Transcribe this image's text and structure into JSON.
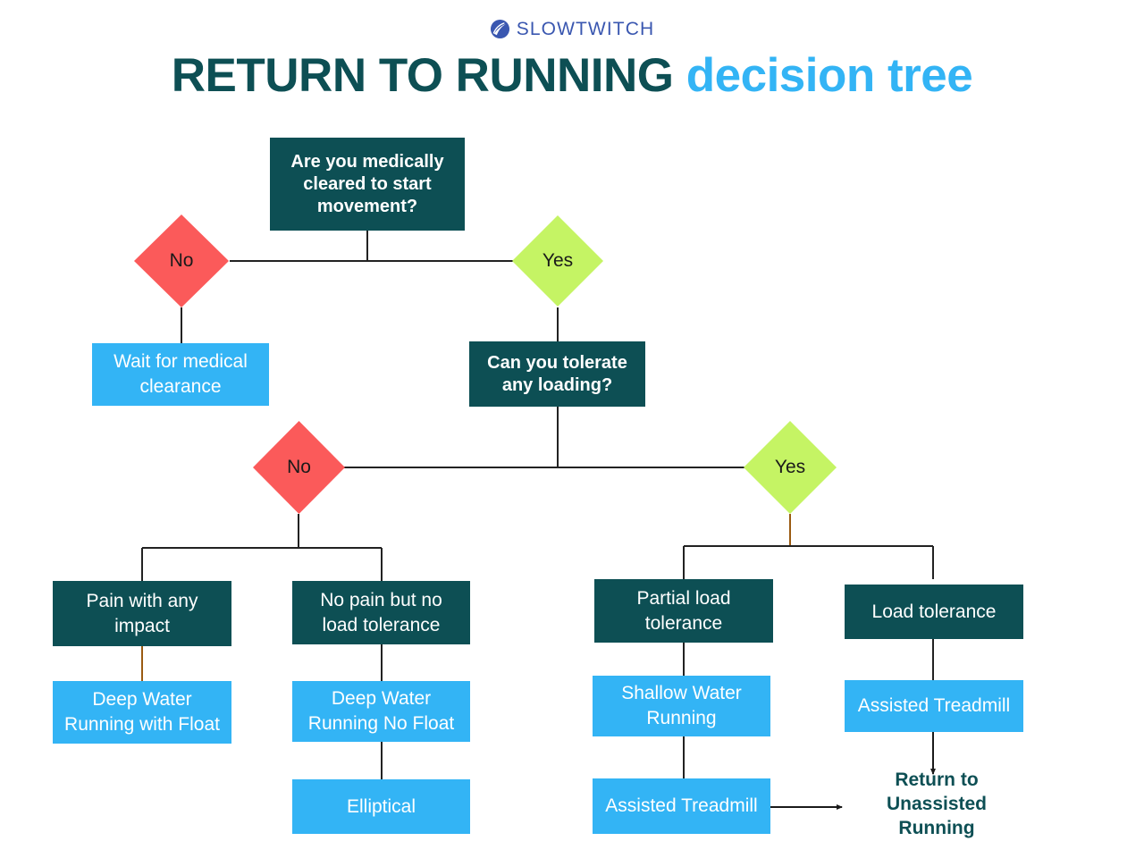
{
  "brand": {
    "name": "SLOWTWITCH",
    "mark_icon": "slowtwitch-swoosh-icon",
    "color": "#3a57b0"
  },
  "title": {
    "part1": "RETURN TO RUNNING",
    "part2": "decision tree",
    "color1": "#0d4f54",
    "color2": "#33b4f5"
  },
  "palette": {
    "dark_teal": "#0d4f54",
    "light_blue": "#33b4f5",
    "red": "#fb5a5a",
    "lime": "#c5f464",
    "line": "#222222",
    "line_orange": "#9a5b12",
    "white": "#ffffff"
  },
  "chart_data": {
    "type": "diagram",
    "title": "RETURN TO RUNNING decision tree",
    "nodes": [
      {
        "id": "q1",
        "kind": "question",
        "text": "Are you medically cleared to start movement?"
      },
      {
        "id": "d1n",
        "kind": "decision",
        "text": "No"
      },
      {
        "id": "d1y",
        "kind": "decision",
        "text": "Yes"
      },
      {
        "id": "a1",
        "kind": "action",
        "text": "Wait for medical clearance"
      },
      {
        "id": "q2",
        "kind": "question",
        "text": "Can you tolerate any loading?"
      },
      {
        "id": "d2n",
        "kind": "decision",
        "text": "No"
      },
      {
        "id": "d2y",
        "kind": "decision",
        "text": "Yes"
      },
      {
        "id": "s1",
        "kind": "state",
        "text": "Pain with any impact"
      },
      {
        "id": "s2",
        "kind": "state",
        "text": "No pain but no load tolerance"
      },
      {
        "id": "s3",
        "kind": "state",
        "text": "Partial load tolerance"
      },
      {
        "id": "s4",
        "kind": "state",
        "text": "Load tolerance"
      },
      {
        "id": "a2",
        "kind": "action",
        "text": "Deep Water Running with Float"
      },
      {
        "id": "a3",
        "kind": "action",
        "text": "Deep Water Running No Float"
      },
      {
        "id": "a4",
        "kind": "action",
        "text": "Elliptical"
      },
      {
        "id": "a5",
        "kind": "action",
        "text": "Shallow Water Running"
      },
      {
        "id": "a6",
        "kind": "action",
        "text": "Assisted Treadmill"
      },
      {
        "id": "a7",
        "kind": "action",
        "text": "Assisted Treadmill"
      },
      {
        "id": "end",
        "kind": "terminal",
        "text": "Return to Unassisted Running"
      }
    ],
    "edges": [
      {
        "from": "q1",
        "to": "d1n",
        "label": "No"
      },
      {
        "from": "q1",
        "to": "d1y",
        "label": "Yes"
      },
      {
        "from": "d1n",
        "to": "a1",
        "label": ""
      },
      {
        "from": "d1y",
        "to": "q2",
        "label": ""
      },
      {
        "from": "q2",
        "to": "d2n",
        "label": "No"
      },
      {
        "from": "q2",
        "to": "d2y",
        "label": "Yes"
      },
      {
        "from": "d2n",
        "to": "s1",
        "label": ""
      },
      {
        "from": "d2n",
        "to": "s2",
        "label": ""
      },
      {
        "from": "d2y",
        "to": "s3",
        "label": ""
      },
      {
        "from": "d2y",
        "to": "s4",
        "label": ""
      },
      {
        "from": "s1",
        "to": "a2",
        "label": ""
      },
      {
        "from": "s2",
        "to": "a3",
        "label": ""
      },
      {
        "from": "a3",
        "to": "a4",
        "label": ""
      },
      {
        "from": "s3",
        "to": "a5",
        "label": ""
      },
      {
        "from": "a5",
        "to": "a6",
        "label": ""
      },
      {
        "from": "s4",
        "to": "a7",
        "label": ""
      },
      {
        "from": "a6",
        "to": "end",
        "label": ""
      },
      {
        "from": "a7",
        "to": "end",
        "label": ""
      }
    ]
  },
  "nodes": {
    "q1": {
      "line1": "Are you medically",
      "line2": "cleared to start",
      "line3": "movement?"
    },
    "q2": {
      "line1": "Can you tolerate",
      "line2": "any loading?"
    },
    "d1n": {
      "label": "No"
    },
    "d1y": {
      "label": "Yes"
    },
    "d2n": {
      "label": "No"
    },
    "d2y": {
      "label": "Yes"
    },
    "a1": {
      "line1": "Wait for medical",
      "line2": "clearance"
    },
    "s1": {
      "line1": "Pain with any",
      "line2": "impact"
    },
    "s2": {
      "line1": "No pain but no",
      "line2": "load tolerance"
    },
    "s3": {
      "line1": "Partial load",
      "line2": "tolerance"
    },
    "s4": {
      "line1": "Load tolerance"
    },
    "a2": {
      "line1": "Deep Water",
      "line2": "Running with Float"
    },
    "a3": {
      "line1": "Deep Water",
      "line2": "Running No Float"
    },
    "a4": {
      "line1": "Elliptical"
    },
    "a5": {
      "line1": "Shallow Water",
      "line2": "Running"
    },
    "a6": {
      "line1": "Assisted Treadmill"
    },
    "a7": {
      "line1": "Assisted Treadmill"
    },
    "end": {
      "line1": "Return to",
      "line2": "Unassisted Running"
    }
  }
}
